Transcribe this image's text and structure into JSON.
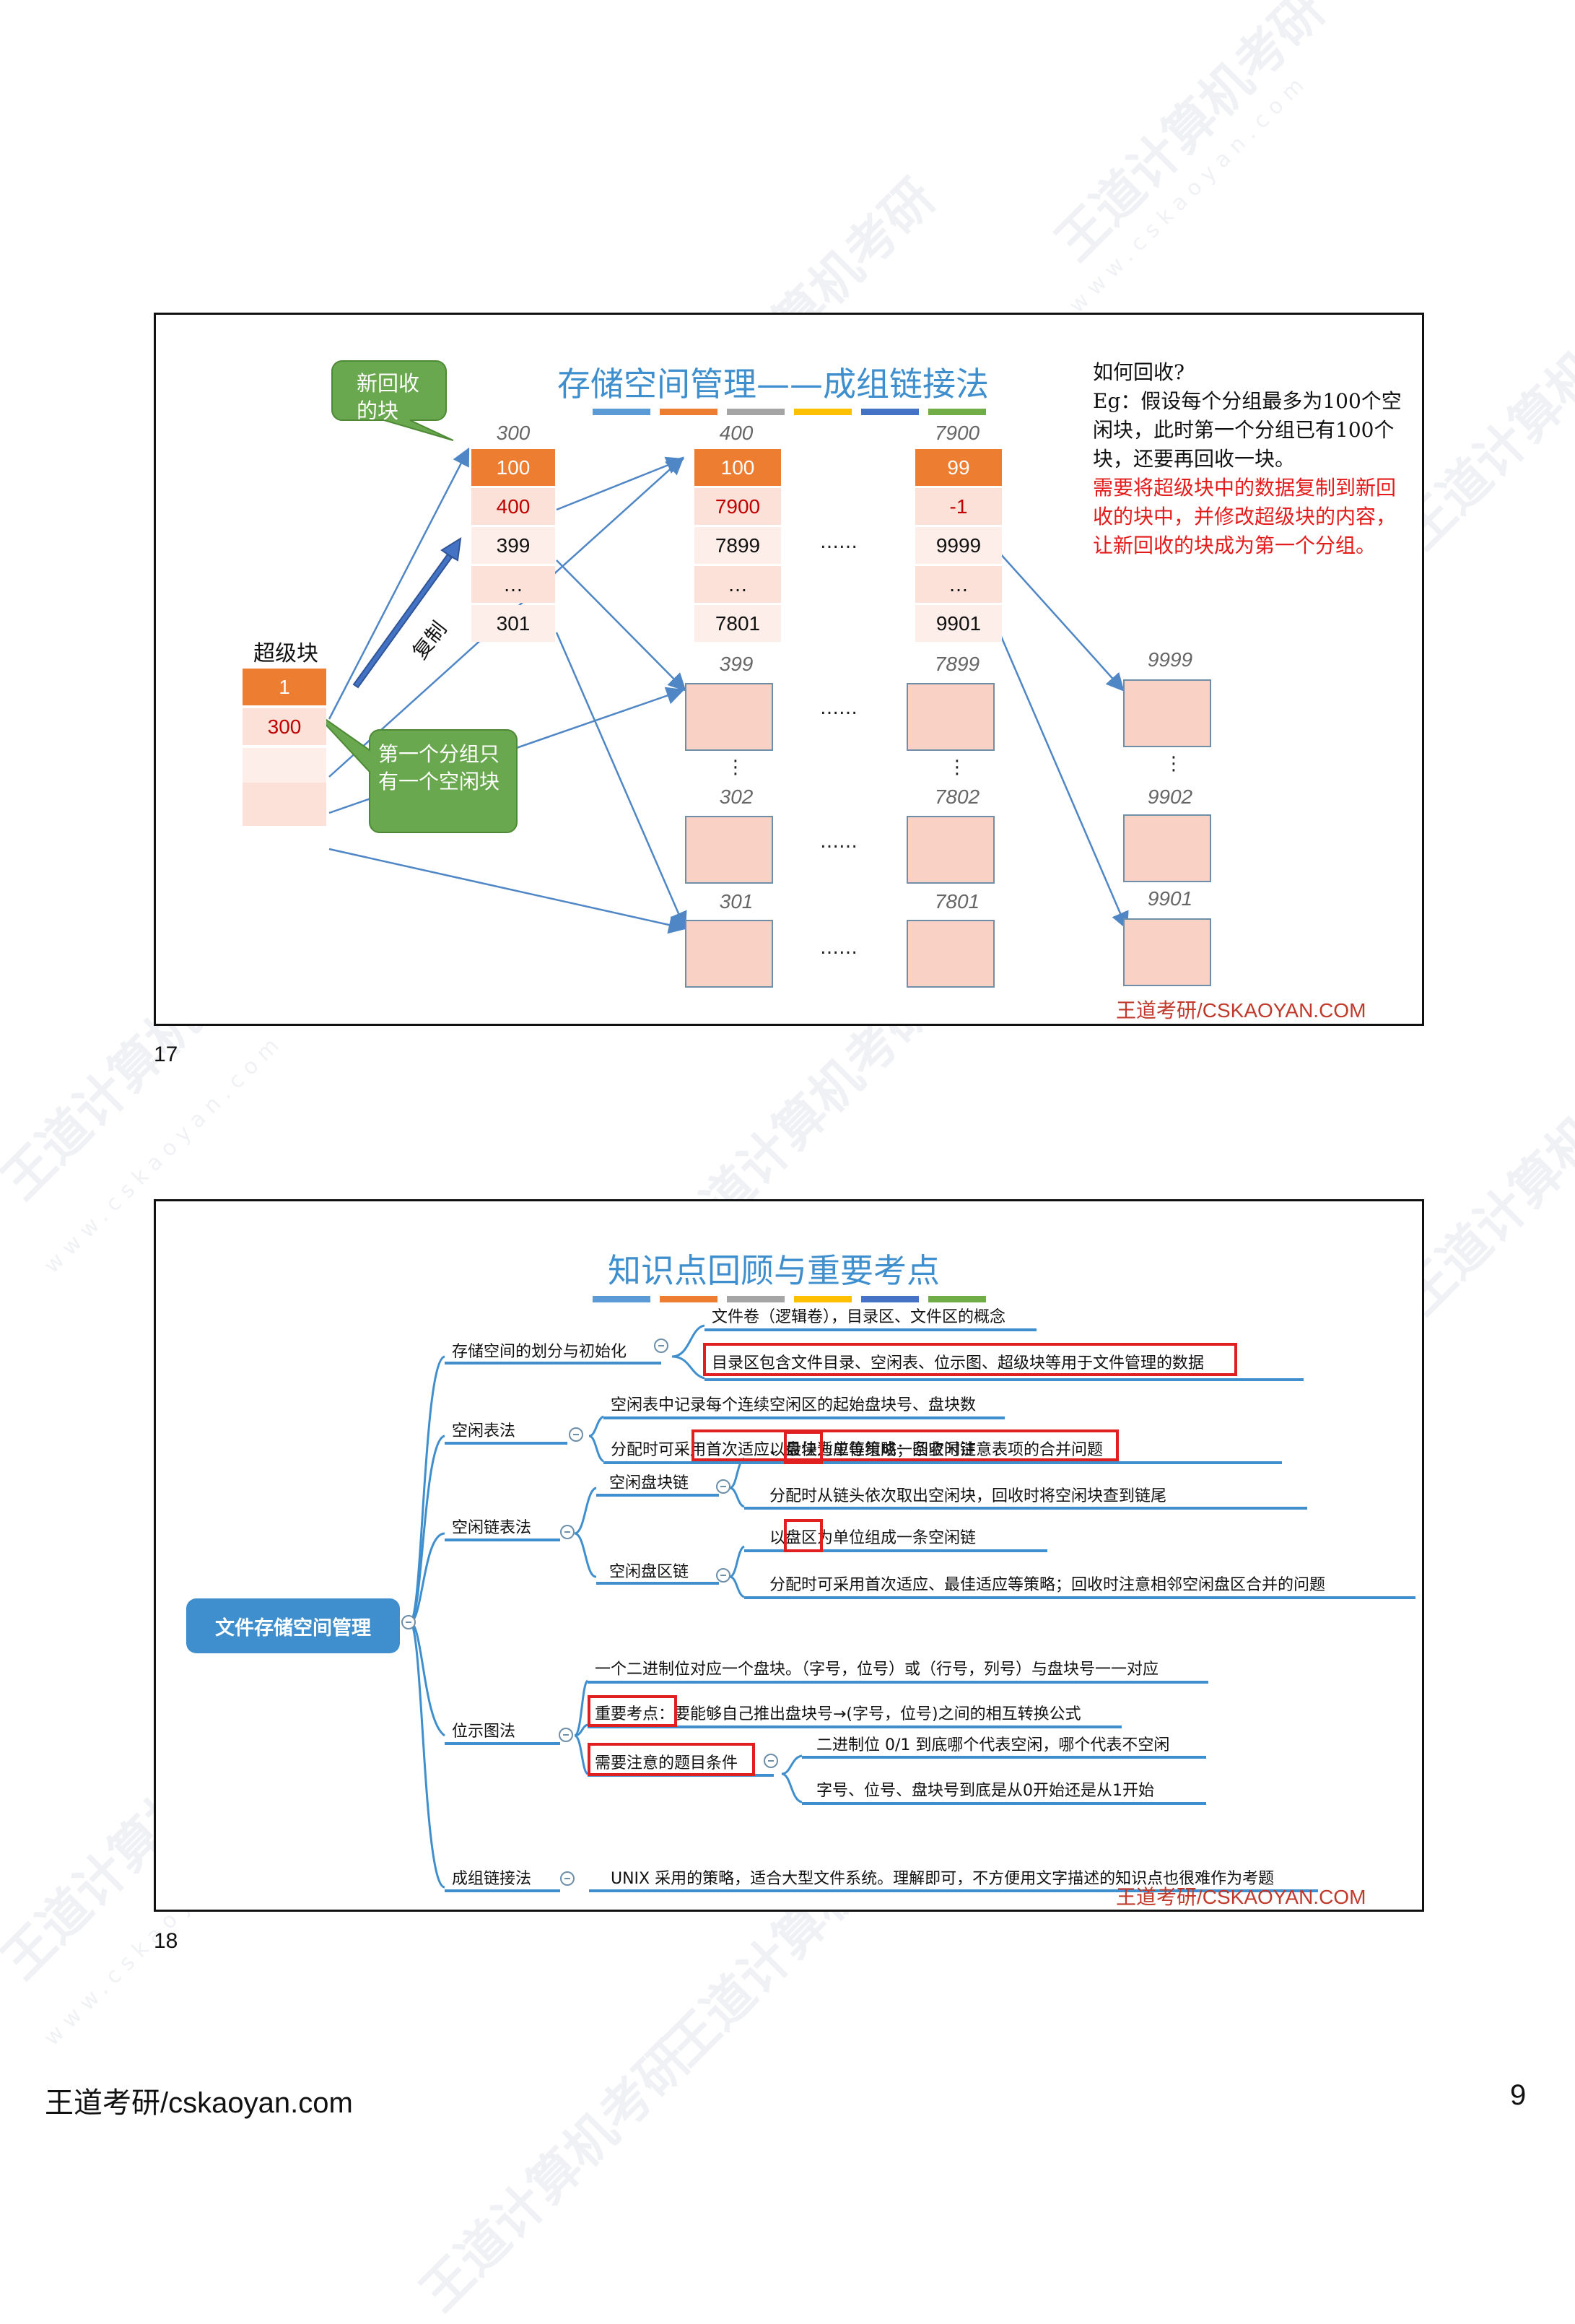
{
  "slide17": {
    "number": "17",
    "title": "存储空间管理——成组链接法",
    "title_bar_colors": [
      "#5b9bd5",
      "#ed7d31",
      "#a5a5a5",
      "#ffc000",
      "#4472c4",
      "#70ad47"
    ],
    "super_label": "超级块",
    "super_cells": [
      "1",
      "300",
      "",
      ""
    ],
    "callout_new": "新回收的块",
    "callout_first": "第一个分组只有一个空闲块",
    "copy_label": "复制",
    "columns": [
      {
        "header": "300",
        "cells": [
          "100",
          "400",
          "399",
          "…",
          "301"
        ]
      },
      {
        "header": "400",
        "cells": [
          "100",
          "7900",
          "7899",
          "…",
          "7801"
        ]
      },
      {
        "header": "7900",
        "cells": [
          "99",
          "-1",
          "9999",
          "…",
          "9901"
        ]
      }
    ],
    "ellipsis": "……",
    "vdots": "⋮",
    "mid_headers": [
      "399",
      "302",
      "301"
    ],
    "right_headers": [
      "7899",
      "7802",
      "7801"
    ],
    "far_headers": [
      "9999",
      "9902",
      "9901"
    ],
    "note_q": "如何回收?",
    "note_black": "Eg：假设每个分组最多为100个空闲块，此时第一个分组已有100个块，还要再回收一块。",
    "note_red": "需要将超级块中的数据复制到新回收的块中，并修改超级块的内容，让新回收的块成为第一个分组。",
    "brand": "王道考研/CSKAOYAN.COM"
  },
  "slide18": {
    "number": "18",
    "title": "知识点回顾与重要考点",
    "root": "文件存储空间管理",
    "b1": "存储空间的划分与初始化",
    "b1_1": "文件卷（逻辑卷），目录区、文件区的概念",
    "b1_2": "目录区包含文件目录、空闲表、位示图、超级块等用于文件管理的数据",
    "b2": "空闲表法",
    "b2_1": "空闲表中记录每个连续空闲区的起始盘块号、盘块数",
    "b2_2": "分配时可采用首次适应、最佳适应等策略；回收时注意表项的合并问题",
    "b3": "空闲链表法",
    "b3a": "空闲盘块链",
    "b3a_1": "以盘块为单位组成一条空闲链",
    "b3a_2": "分配时从链头依次取出空闲块，回收时将空闲块查到链尾",
    "b3b": "空闲盘区链",
    "b3b_1": "以盘区为单位组成一条空闲链",
    "b3b_2": "分配时可采用首次适应、最佳适应等策略；回收时注意相邻空闲盘区合并的问题",
    "b4": "位示图法",
    "b4_1": "一个二进制位对应一个盘块。（字号，位号）或（行号，列号）与盘块号一一对应",
    "b4_2": "重要考点：要能够自己推出盘块号→(字号，位号)之间的相互转换公式",
    "b4_3": "需要注意的题目条件",
    "b4_3a": "二进制位 0/1 到底哪个代表空闲，哪个代表不空闲",
    "b4_3b": "字号、位号、盘块号到底是从0开始还是从1开始",
    "b5": "成组链接法",
    "b5_1": "UNIX 采用的策略，适合大型文件系统。理解即可，不方便用文字描述的知识点也很难作为考题",
    "brand": "王道考研/CSKAOYAN.COM"
  },
  "footer": {
    "left": "王道考研/cskaoyan.com",
    "page": "9"
  },
  "watermark": {
    "text": "王道计算机考研",
    "url": "www.cskaoyan.com"
  }
}
